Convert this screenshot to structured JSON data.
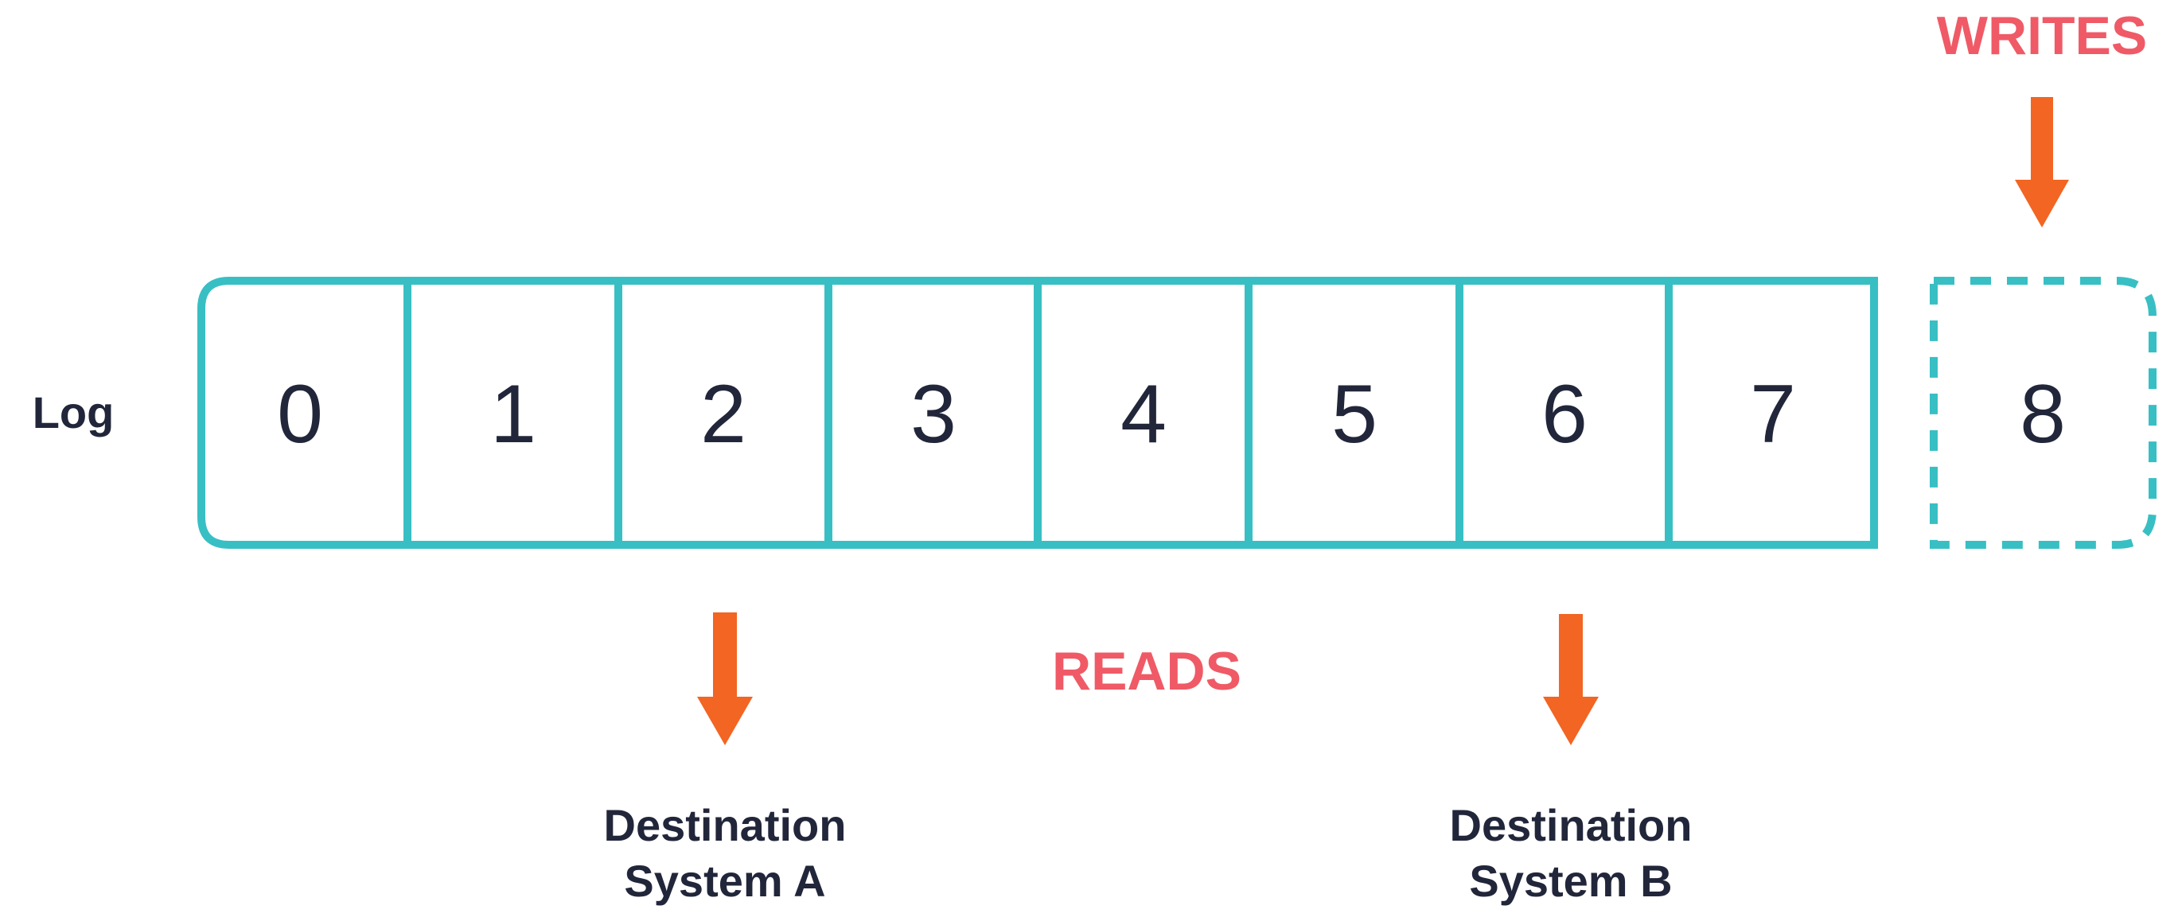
{
  "log_label": "Log",
  "cells": [
    "0",
    "1",
    "2",
    "3",
    "4",
    "5",
    "6",
    "7"
  ],
  "pending_cell": "8",
  "writes_label": "WRITES",
  "reads_label": "READS",
  "destinations": [
    {
      "line1": "Destination",
      "line2": "System A"
    },
    {
      "line1": "Destination",
      "line2": "System B"
    }
  ],
  "colors": {
    "log_border": "#38bfc4",
    "arrow": "#f26522",
    "accent_text": "#ef5a66",
    "text": "#22263a"
  }
}
